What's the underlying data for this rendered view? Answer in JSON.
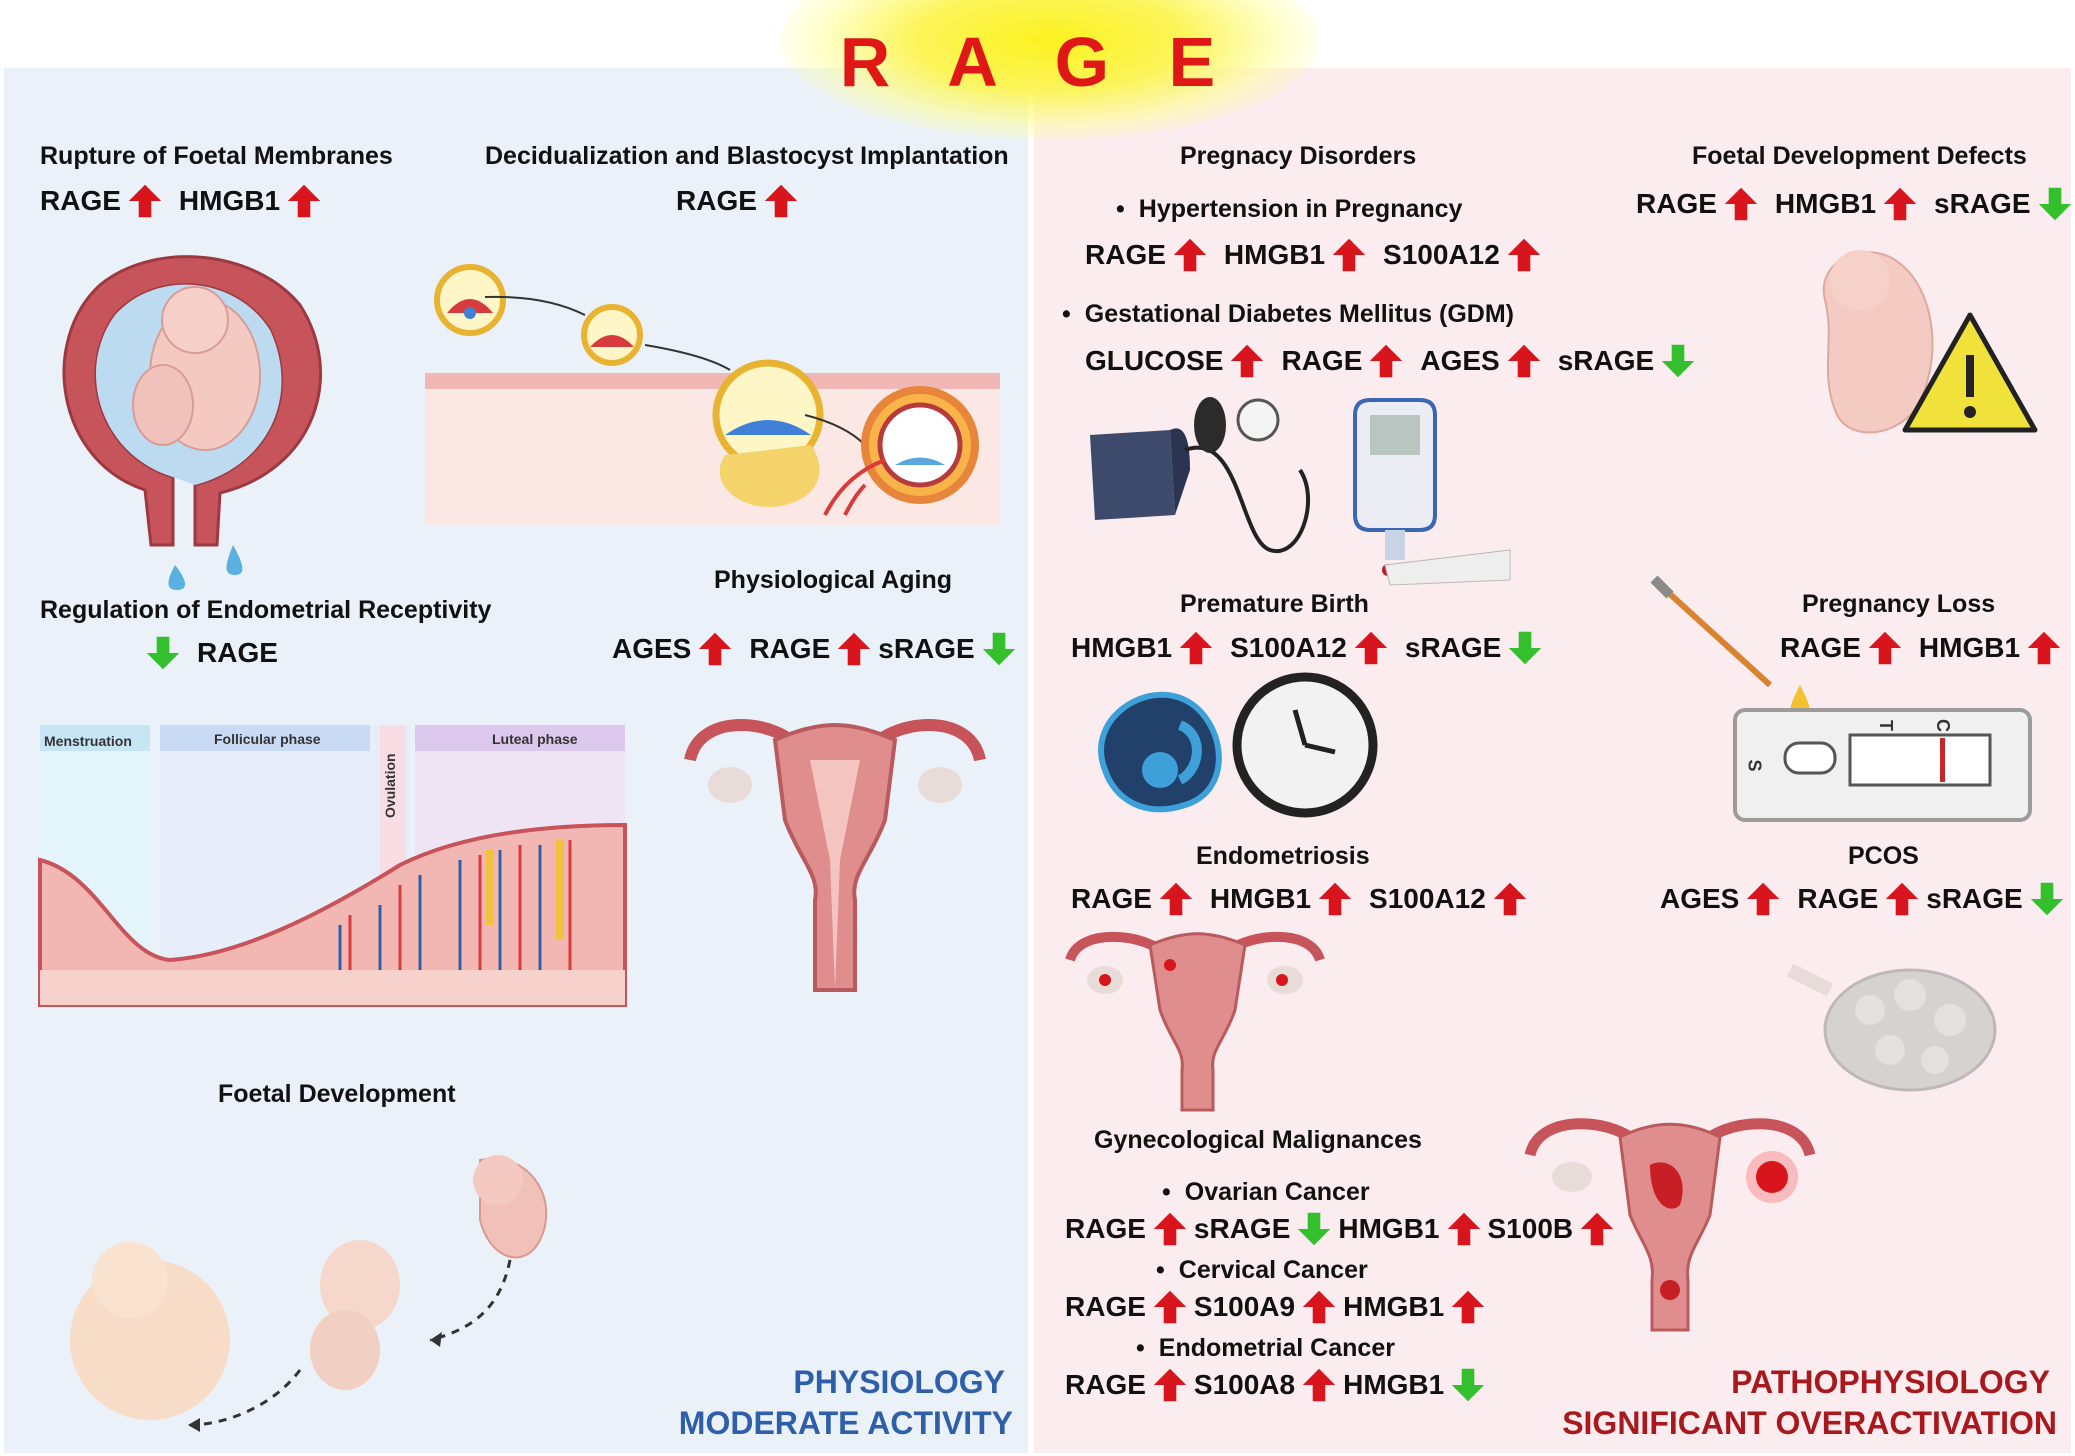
{
  "title": "R A G E",
  "colors": {
    "up": "#d8141c",
    "down": "#33c02c",
    "physiology": "#2f5fa8",
    "pathophysiology": "#a8191e"
  },
  "physiology": {
    "label": "PHYSIOLOGY",
    "sublabel": "MODERATE ACTIVITY",
    "rupture": {
      "title": "Rupture of Foetal Membranes",
      "m1": "RAGE",
      "m2": "HMGB1"
    },
    "decid": {
      "title": "Decidualization and Blastocyst Implantation",
      "m1": "RAGE"
    },
    "regulation": {
      "title": "Regulation of Endometrial Receptivity",
      "m1": "RAGE"
    },
    "phases": {
      "menstruation": "Menstruation",
      "follicular": "Follicular phase",
      "ovulation": "Ovulation",
      "luteal": "Luteal phase"
    },
    "aging": {
      "title": "Physiological Aging",
      "m1": "AGES",
      "m2": "RAGE",
      "m3": "sRAGE"
    },
    "foetal_dev": {
      "title": "Foetal Development"
    }
  },
  "pathophysiology": {
    "label": "PATHOPHYSIOLOGY",
    "sublabel": "SIGNIFICANT OVERACTIVATION",
    "preg_disorders": {
      "title": "Pregnacy Disorders"
    },
    "hypertension": {
      "title": "Hypertension in Pregnancy",
      "m1": "RAGE",
      "m2": "HMGB1",
      "m3": "S100A12"
    },
    "gdm": {
      "title": "Gestational Diabetes Mellitus (GDM)",
      "m1": "GLUCOSE",
      "m2": "RAGE",
      "m3": "AGES",
      "m4": "sRAGE"
    },
    "defects": {
      "title": "Foetal Development Defects",
      "m1": "RAGE",
      "m2": "HMGB1",
      "m3": "sRAGE"
    },
    "premature": {
      "title": "Premature Birth",
      "m1": "HMGB1",
      "m2": "S100A12",
      "m3": "sRAGE"
    },
    "loss": {
      "title": "Pregnancy Loss",
      "m1": "RAGE",
      "m2": "HMGB1"
    },
    "test_labels": {
      "s": "S",
      "t": "T",
      "c": "C"
    },
    "endo": {
      "title": "Endometriosis",
      "m1": "RAGE",
      "m2": "HMGB1",
      "m3": "S100A12"
    },
    "pcos": {
      "title": "PCOS",
      "m1": "AGES",
      "m2": "RAGE",
      "m3": "sRAGE"
    },
    "malig": {
      "title": "Gynecological Malignances"
    },
    "ovarian": {
      "title": "Ovarian Cancer",
      "m1": "RAGE",
      "m2": "sRAGE",
      "m3": "HMGB1",
      "m4": "S100B"
    },
    "cervical": {
      "title": "Cervical Cancer",
      "m1": "RAGE",
      "m2": "S100A9",
      "m3": "HMGB1"
    },
    "endometrial": {
      "title": "Endometrial Cancer",
      "m1": "RAGE",
      "m2": "S100A8",
      "m3": "HMGB1"
    }
  }
}
